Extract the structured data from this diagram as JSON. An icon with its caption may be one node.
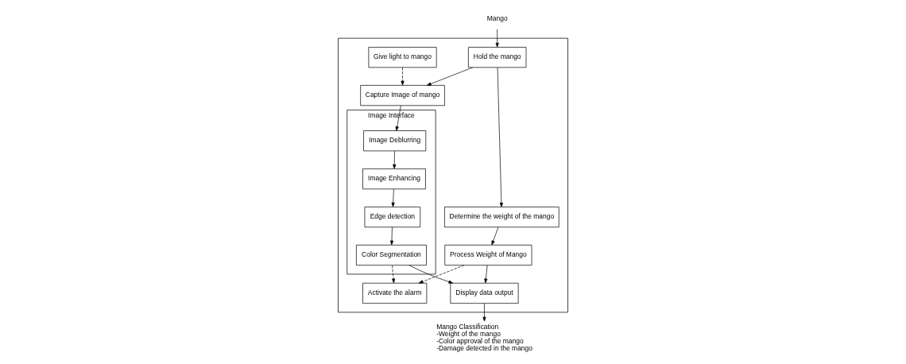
{
  "diagram": {
    "nodes": [
      {
        "text": [],
        "shape": "box"
      },
      {
        "text": [
          "Mango"
        ]
      },
      {
        "text": [
          "Hold the mango"
        ],
        "in": 0
      },
      {
        "text": [
          "Give light to mango"
        ],
        "in": 0
      },
      {
        "text": [
          "Capture Image of mango"
        ],
        "in": 0
      },
      {
        "text": [
          "Determine the weight of the mango"
        ],
        "in": 0
      },
      {
        "text": [
          "Process Weight of Mango"
        ],
        "in": 0
      },
      {
        "text": [
          "Image Interface"
        ],
        "in": 0
      },
      {
        "text": [
          "Image Deblurring"
        ],
        "in": 7
      },
      {
        "text": [
          "Image Enhancing"
        ],
        "in": 7
      },
      {
        "text": [
          "Edge detection"
        ],
        "in": 7
      },
      {
        "text": [
          "Color Segmentation"
        ],
        "in": 7
      },
      {
        "text": [
          "Activate the alarm"
        ],
        "in": 0
      },
      {
        "text": [
          "Display data output"
        ],
        "in": 0
      },
      {
        "text": [
          "Mango Classification",
          "-Weight of the mango",
          "-Color approval of the mango",
          "-Damage detected in the mango"
        ]
      }
    ],
    "edges": [
      {
        "from": 1,
        "to": 2,
        "arrow": "to"
      },
      {
        "from": 3,
        "to": 4,
        "arrow": "to",
        "style": "dashed"
      },
      {
        "from": 2,
        "to": 4,
        "arrow": "to"
      },
      {
        "from": 2,
        "to": 5,
        "arrow": "to"
      },
      {
        "from": 5,
        "to": 6,
        "arrow": "to"
      },
      {
        "from": 4,
        "to": 8,
        "arrow": "to"
      },
      {
        "from": 8,
        "to": 9,
        "arrow": "to"
      },
      {
        "from": 9,
        "to": 10,
        "arrow": "to"
      },
      {
        "from": 10,
        "to": 11,
        "arrow": "to"
      },
      {
        "from": 11,
        "to": 12,
        "arrow": "to",
        "style": "dashed"
      },
      {
        "from": 11,
        "to": 13,
        "arrow": "to"
      },
      {
        "from": 6,
        "to": 13,
        "arrow": "to"
      },
      {
        "from": 6,
        "to": 12,
        "arrow": "to",
        "style": "dashed"
      },
      {
        "from": 13,
        "to": 14,
        "arrow": "to"
      }
    ]
  }
}
